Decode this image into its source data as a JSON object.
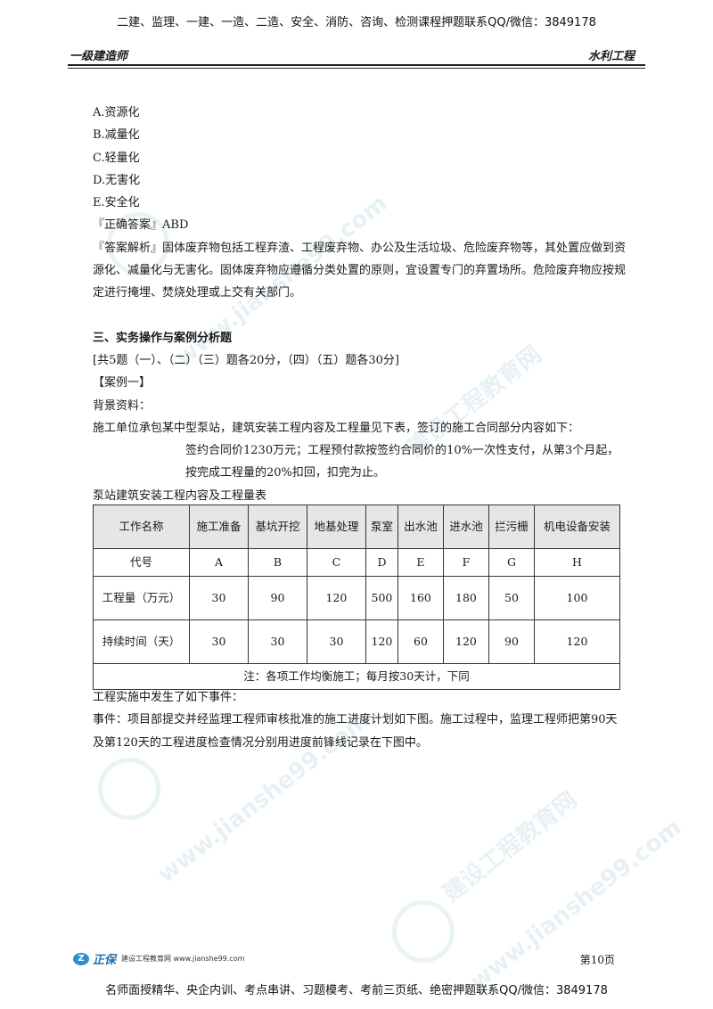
{
  "banner_top": "二建、监理、一建、一造、二造、安全、消防、咨询、检测课程押题联系QQ/微信：3849178",
  "header": {
    "left": "一级建造师",
    "right": "水利工程"
  },
  "options": [
    "A.资源化",
    "B.减量化",
    "C.轻量化",
    "D.无害化",
    "E.安全化"
  ],
  "answer": "『正确答案』ABD",
  "analysis": "『答案解析』固体废弃物包括工程弃渣、工程废弃物、办公及生活垃圾、危险废弃物等，其处置应做到资源化、减量化与无害化。固体废弃物应遵循分类处置的原则，宜设置专门的弃置场所。危险废弃物应按规定进行掩埋、焚烧处理或上交有关部门。",
  "section_title": "三、实务操作与案例分析题",
  "section_note": "[共5题（一）、（二）（三）题各20分，（四）（五）题各30分]",
  "case_title": "【案例一】",
  "background_label": "背景资料：",
  "background_1": "施工单位承包某中型泵站，建筑安装工程内容及工程量见下表，签订的施工合同部分内容如下：",
  "background_2": "签约合同价1230万元；工程预付款按签约合同价的10%一次性支付，从第3个月起，按完成工程量的20%扣回，扣完为止。",
  "table_caption": "泵站建筑安装工程内容及工程量表",
  "table": {
    "header": [
      "工作名称",
      "施工准备",
      "基坑开挖",
      "地基处理",
      "泵室",
      "出水池",
      "进水池",
      "拦污栅",
      "机电设备安装"
    ],
    "code_label": "代号",
    "codes": [
      "A",
      "B",
      "C",
      "D",
      "E",
      "F",
      "G",
      "H"
    ],
    "qty_label": "工程量（万元）",
    "quantities": [
      "30",
      "90",
      "120",
      "500",
      "160",
      "180",
      "50",
      "100"
    ],
    "dur_label": "持续时间（天）",
    "durations": [
      "30",
      "30",
      "30",
      "120",
      "60",
      "120",
      "90",
      "120"
    ],
    "note": "注：各项工作均衡施工；每月按30天计，下同"
  },
  "after_1": "工程实施中发生了如下事件：",
  "after_2": "事件：项目部提交并经监理工程师审核批准的施工进度计划如下图。施工过程中，监理工程师把第90天及第120天的工程进度检查情况分别用进度前锋线记录在下图中。",
  "watermark_text": "建设工程教育网",
  "watermark_url": "www.jianshe99.com",
  "footer": {
    "logo_brand": "正保",
    "logo_sub": "建设工程教育网 www.jianshe99.com",
    "page": "第10页"
  },
  "banner_bottom": "名师面授精华、央企内训、考点串讲、习题模考、考前三页纸、绝密押题联系QQ/微信：3849178"
}
